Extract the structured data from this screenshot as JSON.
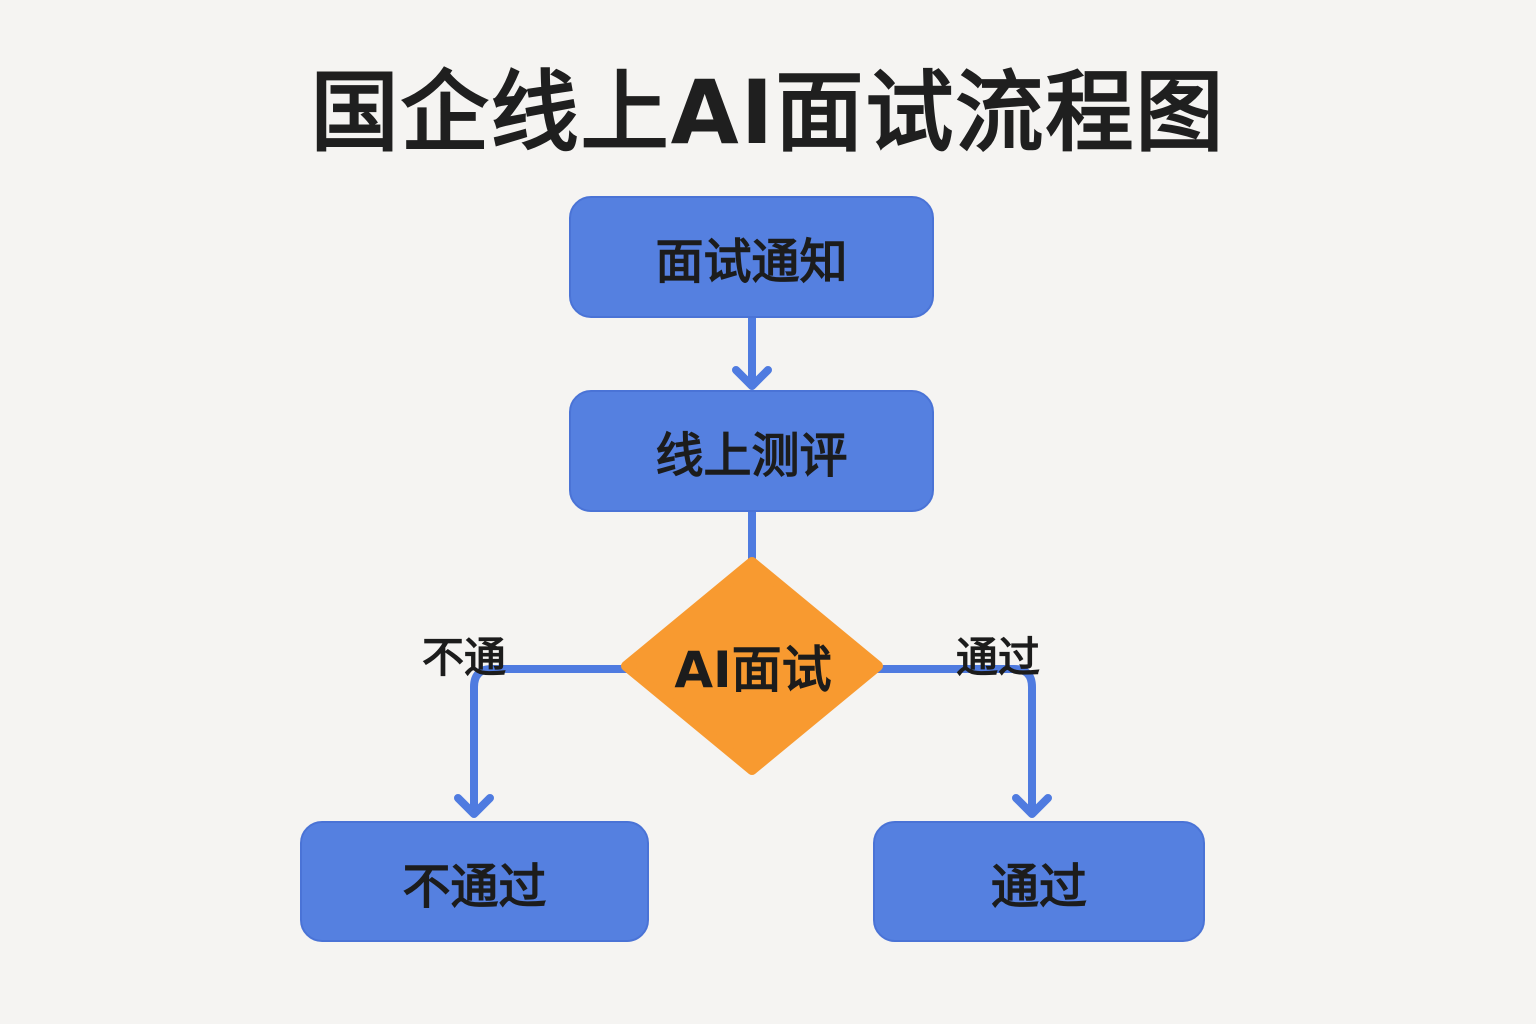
{
  "title": "国企线上AI面试流程图",
  "nodes": {
    "notice": "面试通知",
    "online_test": "线上测评",
    "ai_interview": "AI面试",
    "fail": "不通过",
    "pass": "通过"
  },
  "edge_labels": {
    "fail": "不通",
    "pass": "通过"
  },
  "colors": {
    "node_fill": "#5580e0",
    "decision_fill": "#f89a30",
    "connector": "#4f7be0",
    "background": "#f5f4f2"
  }
}
